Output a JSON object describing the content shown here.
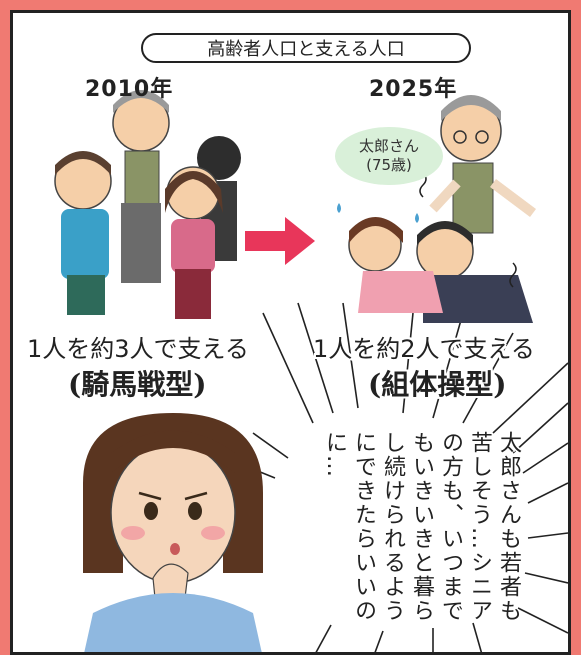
{
  "panel": {
    "title": "高齢者人口と支える人口",
    "year_left": "2010年",
    "year_right": "2025年",
    "caption_left": "1人を約3人で支える",
    "type_left": "(騎馬戦型)",
    "caption_right": "1人を約2人で支える",
    "type_right": "(組体操型)",
    "bubble_line1": "太郎さん",
    "bubble_line2": "(75歳)",
    "thought_text": "太郎さんも若者も苦しそう…シニアの方も、いつまでもいきいきと暮らし続けられるようにできたらいいのに…"
  },
  "colors": {
    "border_bg": "#f07a72",
    "arrow": "#e8365a",
    "bubble_bg": "#d9f0d9"
  },
  "icons": [
    "elderly-man-icon",
    "supporting-people-icon",
    "right-arrow-icon",
    "worried-woman-icon"
  ]
}
